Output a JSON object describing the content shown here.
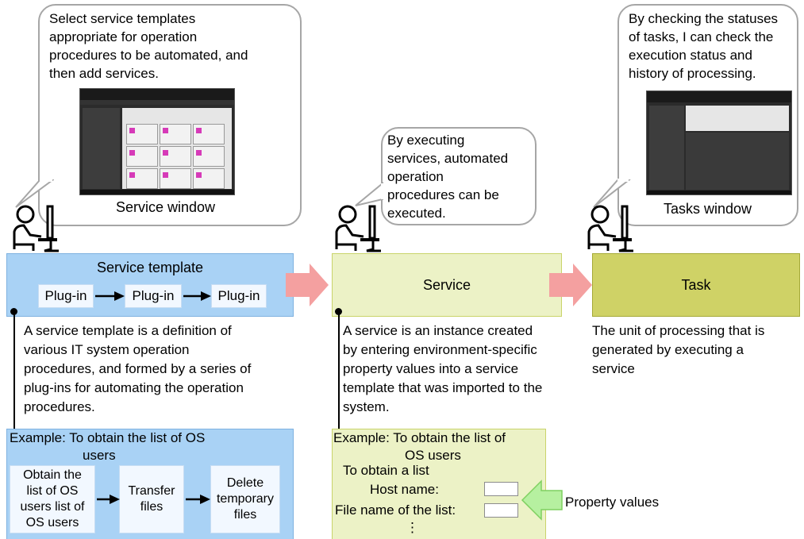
{
  "bubbles": {
    "left": {
      "text_lines": [
        "Select service templates",
        "appropriate for operation",
        "procedures to be automated, and",
        "then add services."
      ],
      "caption": "Service window"
    },
    "middle": {
      "text_lines": [
        "By executing",
        "services, automated",
        "operation",
        "procedures can be",
        "executed."
      ]
    },
    "right": {
      "text_lines": [
        "By checking the statuses",
        "of tasks, I can check the",
        "execution status and",
        "history of processing."
      ],
      "caption": "Tasks window"
    }
  },
  "flow": {
    "service_template": {
      "title": "Service template",
      "plugins": [
        "Plug-in",
        "Plug-in",
        "Plug-in"
      ]
    },
    "service": {
      "title": "Service"
    },
    "task": {
      "title": "Task"
    }
  },
  "descriptions": {
    "service_template": [
      "A service template is a definition of",
      "various IT system operation",
      "procedures, and formed by a series of",
      "plug-ins for automating the operation",
      "procedures."
    ],
    "service": [
      "A service is an instance created",
      "by entering environment-specific",
      "property values into a service",
      "template that was imported to the",
      "system."
    ],
    "task": [
      "The unit of processing that is",
      "generated by executing a",
      "service"
    ]
  },
  "examples": {
    "service_template": {
      "title_lines": [
        "Example: To obtain the list of OS",
        "users"
      ],
      "steps": [
        [
          "Obtain the",
          "list of OS",
          "users list of",
          "OS users"
        ],
        [
          "Transfer",
          "files"
        ],
        [
          "Delete",
          "temporary",
          "files"
        ]
      ]
    },
    "service": {
      "title_lines": [
        "Example: To obtain the list of",
        "OS users"
      ],
      "subtitle": "To obtain a list",
      "fields": [
        {
          "label": "Host name:",
          "value": ""
        },
        {
          "label": "File name of the list:",
          "value": ""
        }
      ],
      "more": "⋮"
    }
  },
  "callout": {
    "label": "Property values"
  },
  "colors": {
    "blue_box": "#a9d2f5",
    "blue_border": "#7fb2e0",
    "pale_yellow": "#ecf2c6",
    "yellow_border": "#c9d46a",
    "olive": "#cfd266",
    "olive_border": "#a5aa37",
    "pink_arrow": "#f4a0a0",
    "green_arrow": "#b6f0a0"
  },
  "icons": [
    "user-at-computer-icon",
    "service-window-screenshot",
    "tasks-window-screenshot"
  ]
}
